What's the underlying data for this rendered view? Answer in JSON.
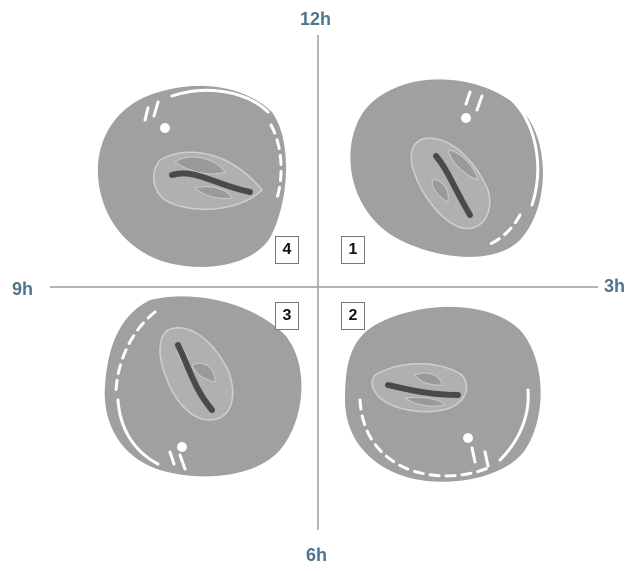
{
  "clock_positions": {
    "top": "12h",
    "right": "3h",
    "bottom": "6h",
    "left": "9h"
  },
  "quadrants": [
    {
      "number": "1",
      "position": "top-right"
    },
    {
      "number": "2",
      "position": "bottom-right"
    },
    {
      "number": "3",
      "position": "bottom-left"
    },
    {
      "number": "4",
      "position": "top-left"
    }
  ],
  "colors": {
    "label_color": "#4e7590",
    "axis_color": "#9a9a9a",
    "organ_fill": "#a0a0a0",
    "lumen_fill": "#b0b0b0",
    "lumen_core": "#4a4a4a",
    "marks": "#ffffff"
  }
}
